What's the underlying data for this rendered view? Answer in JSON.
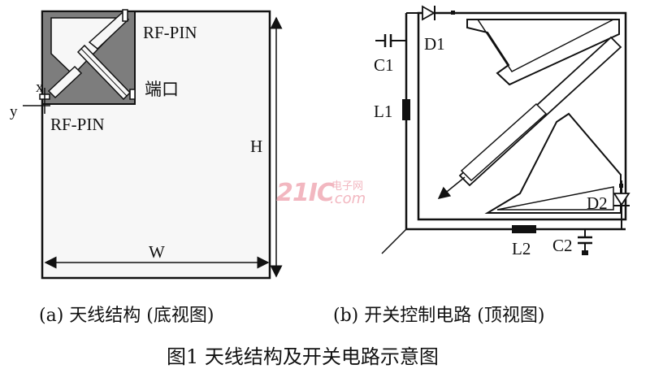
{
  "left_panel": {
    "label_rf_pin_top": "RF-PIN",
    "label_rf_pin_bottom": "RF-PIN",
    "label_port": "端口",
    "label_h": "H",
    "label_w": "W",
    "label_x": "x",
    "label_y": "y"
  },
  "right_panel": {
    "label_d1": "D1",
    "label_d2": "D2",
    "label_c1": "C1",
    "label_c2": "C2",
    "label_l1": "L1",
    "label_l2": "L2"
  },
  "watermark": {
    "main": "21IC",
    "top": "电子网",
    "bottom": ".com"
  },
  "captions": {
    "sub_a": "(a) 天线结构 (底视图)",
    "sub_b": "(b) 开关控制电路 (顶视图)",
    "figure": "图1    天线结构及开关电路示意图"
  },
  "colors": {
    "line": "#111111",
    "board_fill": "#f7f7f7",
    "patch_fill": "#7d7d7d",
    "watermark": "#f2b7c0"
  }
}
